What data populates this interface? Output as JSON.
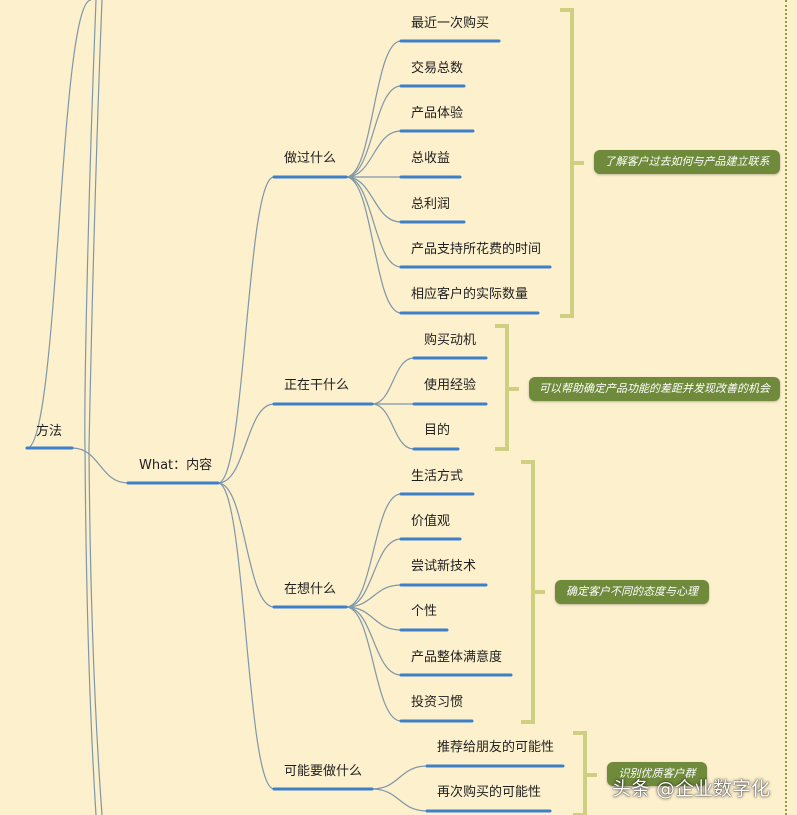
{
  "colors": {
    "background": "#fdf0cd",
    "branch_line": "#7f97a8",
    "underline": "#3d7fc9",
    "bracket": "#cfcf82",
    "note_bg": "#6f8a3a",
    "border_dots": "#8aa03a"
  },
  "left_node": {
    "label": "方法"
  },
  "root": {
    "label": "What：内容"
  },
  "groups": [
    {
      "label": "做过什么",
      "note": "了解客户过去如何与产品建立联系",
      "items": [
        "最近一次购买",
        "交易总数",
        "产品体验",
        "总收益",
        "总利润",
        "产品支持所花费的时间",
        "相应客户的实际数量"
      ]
    },
    {
      "label": "正在干什么",
      "note": "可以帮助确定产品功能的差距并发现改善的机会",
      "items": [
        "购买动机",
        "使用经验",
        "目的"
      ]
    },
    {
      "label": "在想什么",
      "note": "确定客户不同的态度与心理",
      "items": [
        "生活方式",
        "价值观",
        "尝试新技术",
        "个性",
        "产品整体满意度",
        "投资习惯"
      ]
    },
    {
      "label": "可能要做什么",
      "note": "识别优质客户群",
      "items": [
        "推荐给朋友的可能性",
        "再次购买的可能性"
      ]
    }
  ],
  "watermark": "头条 @企业数字化"
}
